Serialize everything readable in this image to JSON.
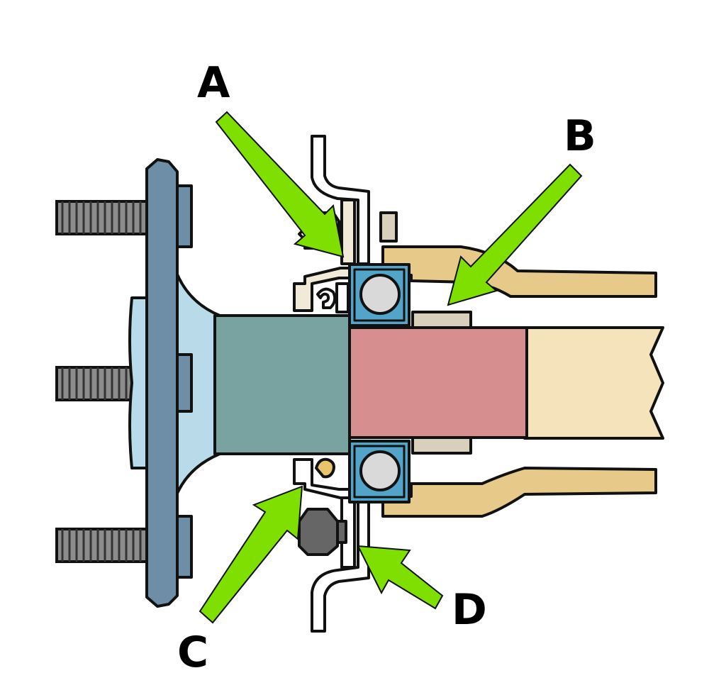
{
  "labels": {
    "a": "A",
    "b": "B",
    "c": "C",
    "d": "D"
  },
  "colors": {
    "arrow": "#7fe000",
    "flange": "#6e8ea8",
    "hub_light": "#b9dbe9",
    "stub_shaft": "#78a3a1",
    "axle_shaft": "#d68f8e",
    "housing": "#e7c98a",
    "bearing_race": "#52a5c8",
    "bearing_ball": "#d9d9d9",
    "spacer": "#d9cfbd",
    "axle_tail": "#f5e3bb",
    "bolt": "#666666"
  }
}
